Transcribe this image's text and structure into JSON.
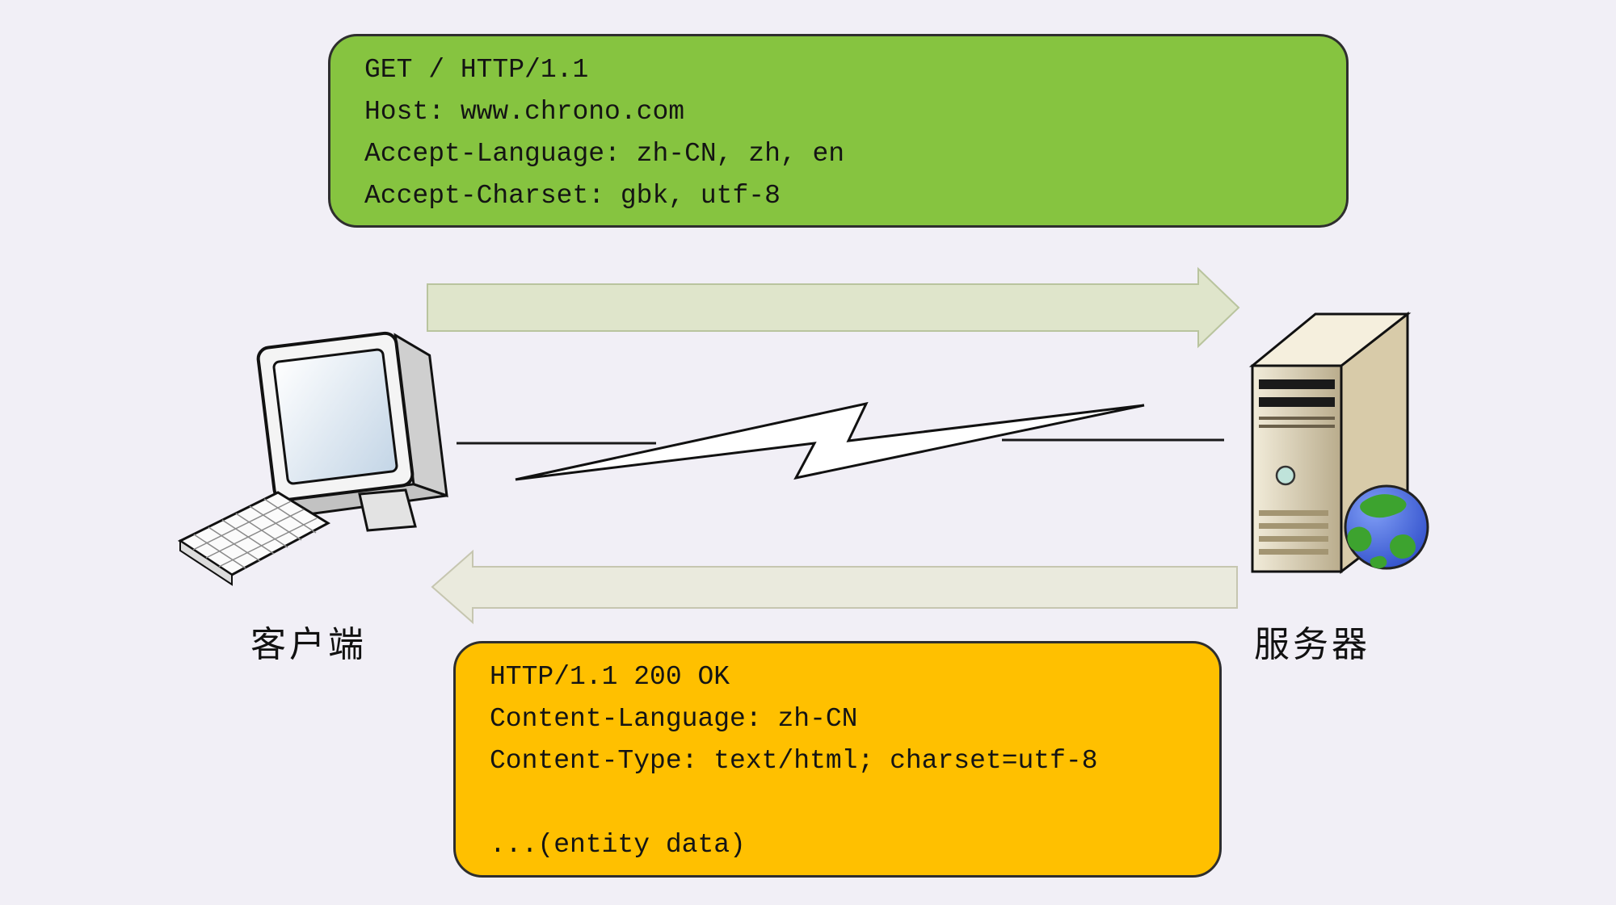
{
  "request_box": {
    "bg": "#86C440",
    "lines": [
      "GET / HTTP/1.1",
      "Host: www.chrono.com",
      "Accept-Language: zh-CN, zh, en",
      "Accept-Charset: gbk, utf-8"
    ]
  },
  "response_box": {
    "bg": "#FFC000",
    "lines": [
      "HTTP/1.1 200 OK",
      "Content-Language: zh-CN",
      "Content-Type: text/html; charset=utf-8",
      "",
      "...(entity data)"
    ]
  },
  "labels": {
    "client": "客户端",
    "server": "服务器"
  },
  "colors": {
    "request_arrow": "#dfe5cb",
    "response_arrow": "#eaeadd",
    "lightning_fill": "#ffffff",
    "line_stroke": "#1a1a1a"
  },
  "icons": {
    "client": "desktop-computer-icon",
    "server": "server-tower-icon",
    "network": "lightning-bolt-icon"
  }
}
